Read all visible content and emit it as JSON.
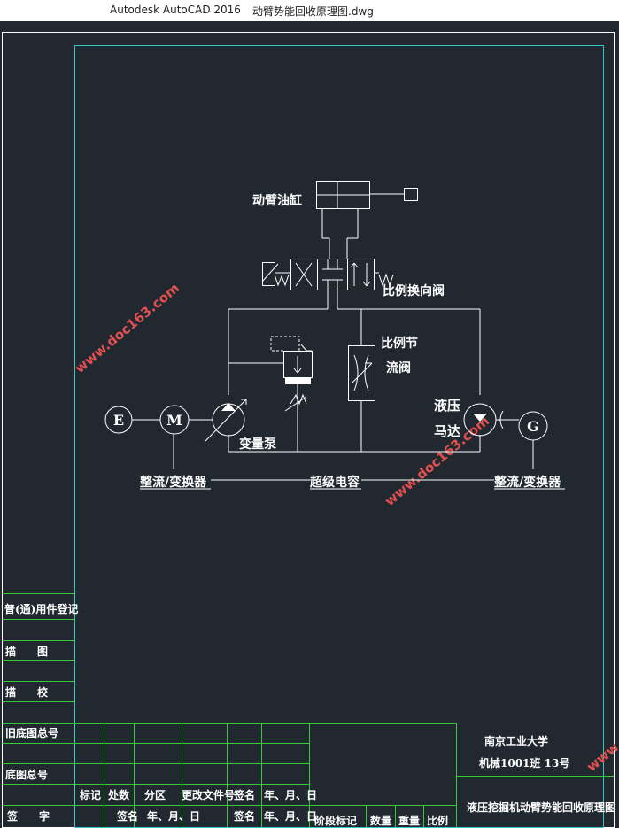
{
  "window": {
    "app_name": "Autodesk AutoCAD 2016",
    "file_name": "动臂势能回收原理图.dwg"
  },
  "diagram": {
    "labels": {
      "cylinder": "动臂油缸",
      "valve": "比例换向阀",
      "throttle_1": "比例节",
      "throttle_2": "流阀",
      "pump": "变量泵",
      "motor_1": "液压",
      "motor_2": "马达",
      "converter_left": "整流/变换器",
      "supercap": "超级电容",
      "converter_right": "整流/变换器",
      "engine": "E",
      "motor_m": "M",
      "generator": "G"
    },
    "watermark": "www.doc163.com"
  },
  "title_block": {
    "left_column": [
      "普(通)用件登记",
      "描　　图",
      "描　　校",
      "旧底图总号",
      "底图总号",
      "签　　字"
    ],
    "header_row1": [
      "标记",
      "处数",
      "分区",
      "更改文件号",
      "签名",
      "年、月、日"
    ],
    "header_row2": [
      "签名",
      "年、月、日",
      "签名",
      "年、月、日"
    ],
    "stage_row": [
      "阶段标记",
      "数量",
      "重量",
      "比例"
    ],
    "school": "南京工业大学",
    "class_info": "机械1001班 13号",
    "drawing_title": "液压挖掘机动臂势能回收原理图"
  }
}
